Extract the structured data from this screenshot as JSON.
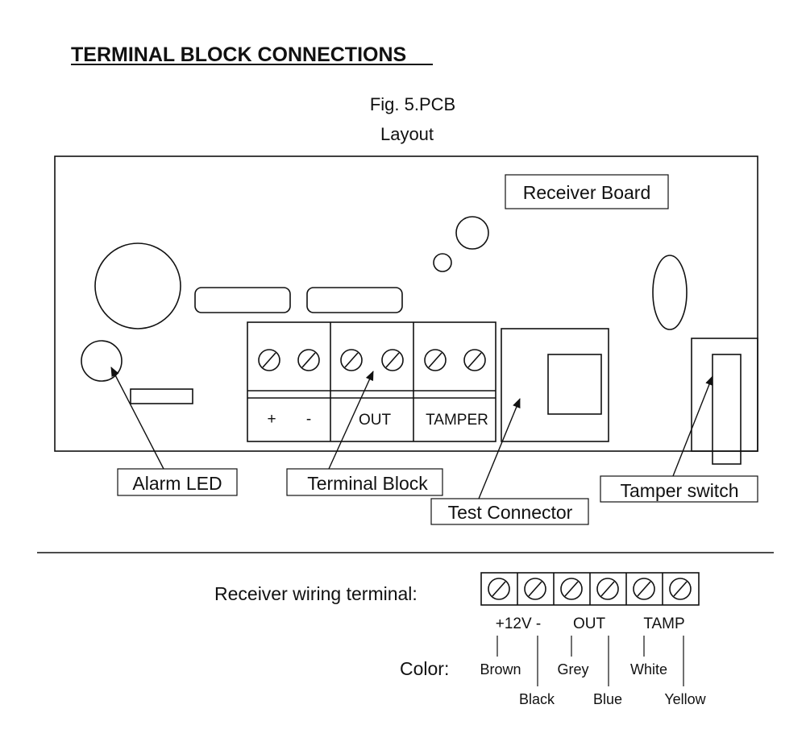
{
  "heading": "TERMINAL BLOCK CONNECTIONS",
  "caption": {
    "line1": "Fig. 5.PCB",
    "line2": "Layout"
  },
  "labels": {
    "receiver_board": "Receiver Board",
    "alarm_led": "Alarm LED",
    "terminal_block": "Terminal Block",
    "test_connector": "Test Connector",
    "tamper_switch": "Tamper switch"
  },
  "terminal_block_labels": {
    "plus": "+",
    "minus": "-",
    "out": "OUT",
    "tamper": "TAMPER"
  },
  "wiring": {
    "label": "Receiver wiring terminal:",
    "groups": {
      "power": "+12V -",
      "out": "OUT",
      "tamp": "TAMP"
    },
    "color_label": "Color:",
    "colors": [
      "Brown",
      "Black",
      "Grey",
      "Blue",
      "White",
      "Yellow"
    ]
  }
}
